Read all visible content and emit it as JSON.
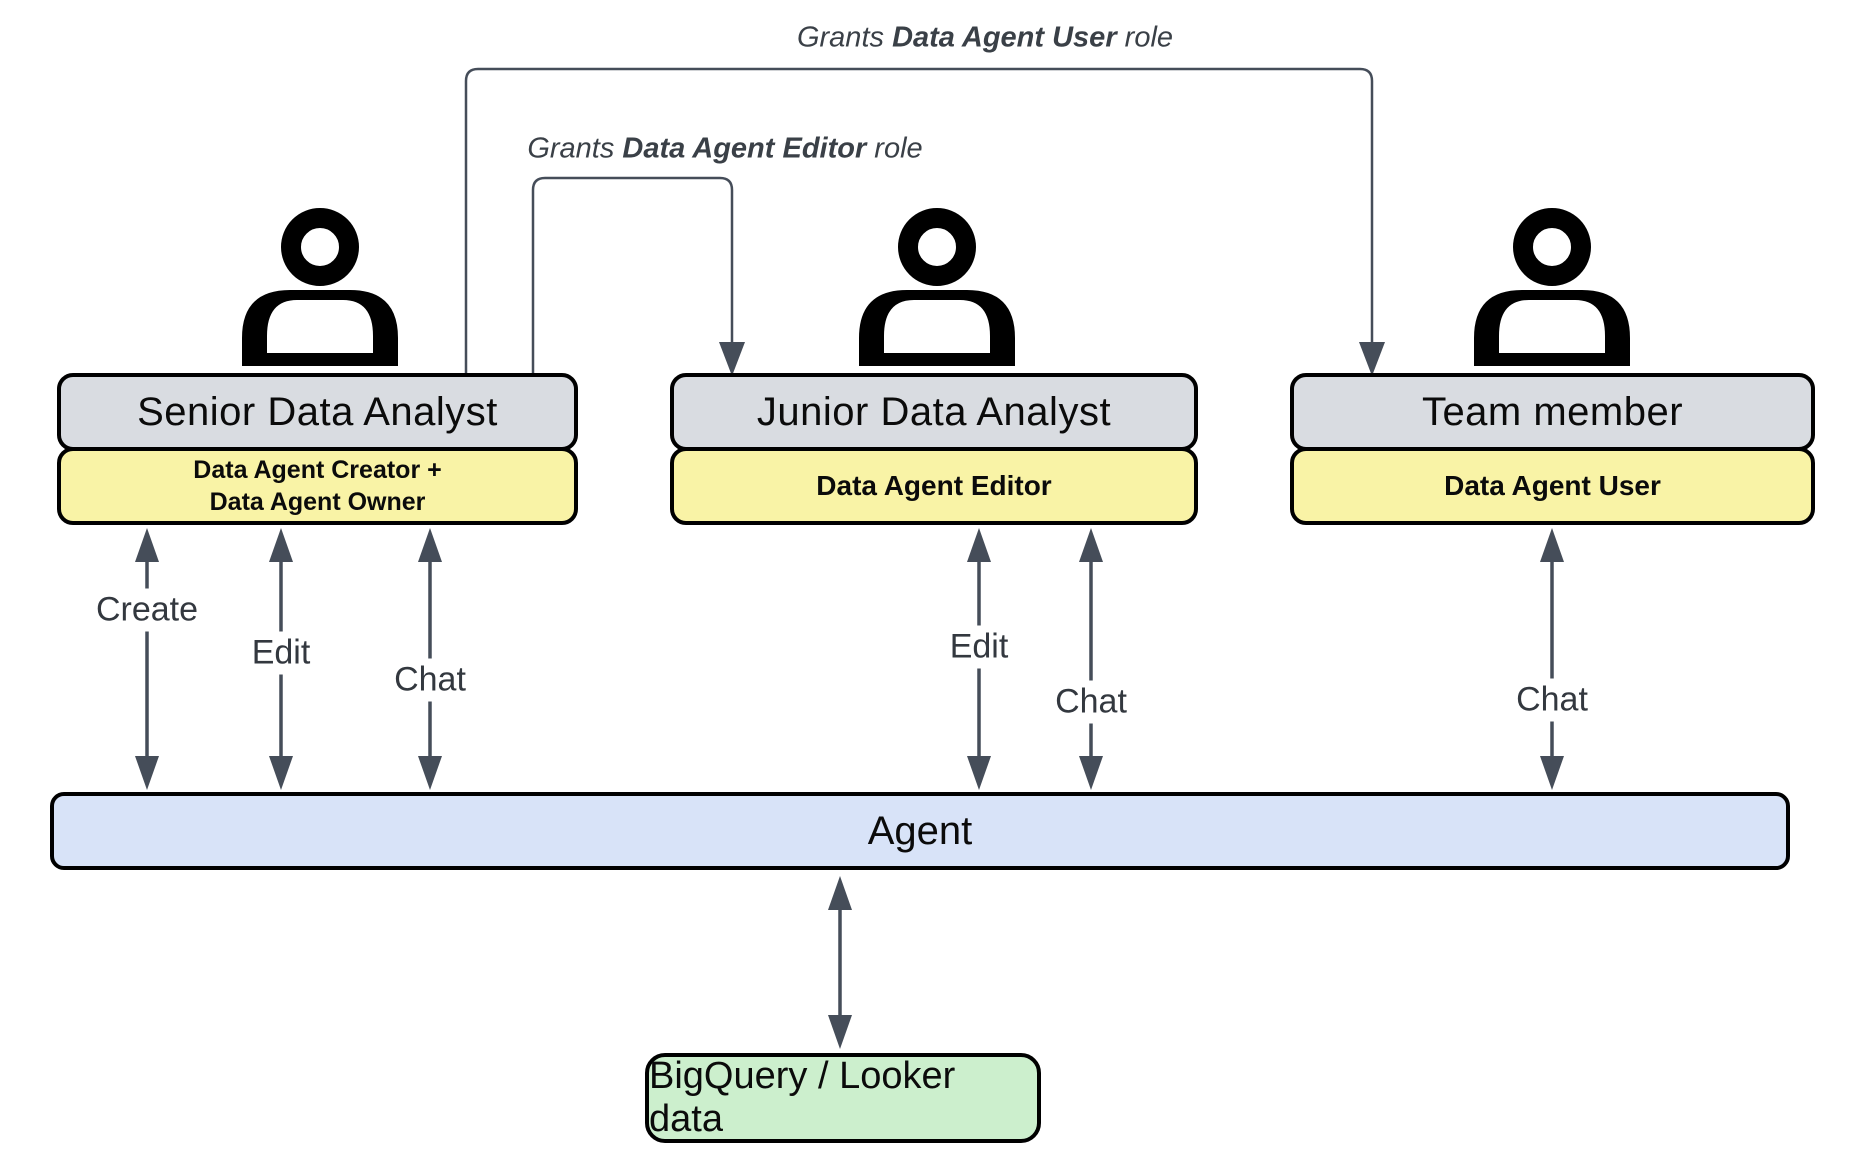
{
  "diagram": {
    "annotations": {
      "grant_user": {
        "prefix": "Grants ",
        "bold": "Data Agent User",
        "suffix": " role"
      },
      "grant_editor": {
        "prefix": "Grants ",
        "bold": "Data Agent Editor",
        "suffix": " role"
      }
    },
    "people": [
      {
        "icon": "person-icon",
        "title": "Senior Data Analyst",
        "roles": [
          "Data Agent Creator +",
          "Data Agent Owner"
        ]
      },
      {
        "icon": "person-icon",
        "title": "Junior Data Analyst",
        "roles": [
          "Data Agent Editor"
        ]
      },
      {
        "icon": "person-icon",
        "title": "Team member",
        "roles": [
          "Data Agent User"
        ]
      }
    ],
    "interactions": {
      "senior": [
        "Create",
        "Edit",
        "Chat"
      ],
      "junior": [
        "Edit",
        "Chat"
      ],
      "team": [
        "Chat"
      ]
    },
    "agent_label": "Agent",
    "datastore_label": "BigQuery / Looker data"
  },
  "colors": {
    "title-box": "#d9dce1",
    "role-box": "#f9f3a6",
    "agent-bar": "#d8e3f8",
    "datastore-box": "#ccefcd",
    "arrow": "#454d59",
    "border": "#000000",
    "text": "#0b0b0b",
    "annotation": "#3a4047",
    "background": "#ffffff"
  }
}
